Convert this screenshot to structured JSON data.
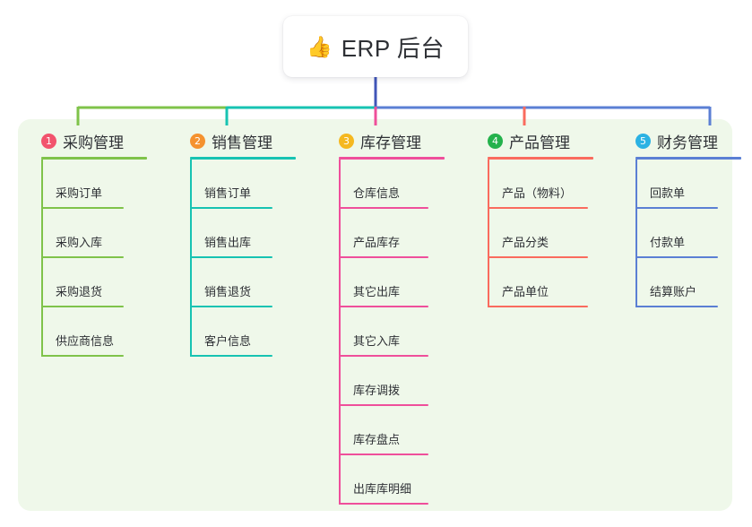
{
  "root": {
    "icon": "thumbs-up-icon",
    "emoji": "👍",
    "label": "ERP 后台"
  },
  "panel": {
    "background": "#eff8ea"
  },
  "branches": [
    {
      "index": "1",
      "title": "采购管理",
      "color": "#7fc34a",
      "badge_color": "#f2536d",
      "children": [
        "采购订单",
        "采购入库",
        "采购退货",
        "供应商信息"
      ]
    },
    {
      "index": "2",
      "title": "销售管理",
      "color": "#17c3b2",
      "badge_color": "#f5922f",
      "children": [
        "销售订单",
        "销售出库",
        "销售退货",
        "客户信息"
      ]
    },
    {
      "index": "3",
      "title": "库存管理",
      "color": "#ef4f9b",
      "badge_color": "#f5b820",
      "children": [
        "仓库信息",
        "产品库存",
        "其它出库",
        "其它入库",
        "库存调拨",
        "库存盘点",
        "出库库明细"
      ]
    },
    {
      "index": "4",
      "title": "产品管理",
      "color": "#fa6b5e",
      "badge_color": "#24b24c",
      "children": [
        "产品（物料）",
        "产品分类",
        "产品单位"
      ]
    },
    {
      "index": "5",
      "title": "财务管理",
      "color": "#5b7fd4",
      "badge_color": "#2bb2e3",
      "children": [
        "回款单",
        "付款单",
        "结算账户"
      ]
    }
  ],
  "connector": {
    "segment_colors": [
      "#7fc34a",
      "#17c3b2",
      "#5b7fd4"
    ],
    "stub_colors": [
      "#7fc34a",
      "#17c3b2",
      "#ef4f9b",
      "#fa6b5e",
      "#5b7fd4"
    ],
    "trunk_color": "#4055b8"
  }
}
